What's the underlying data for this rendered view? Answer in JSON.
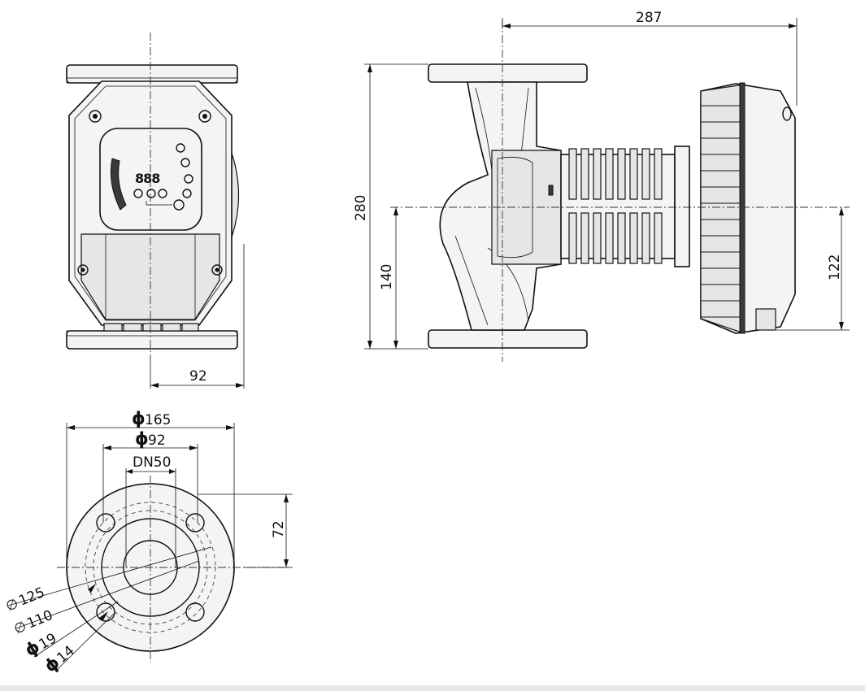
{
  "dimensions": {
    "length_287": "287",
    "height_280": "280",
    "axis_height_140": "140",
    "motor_axis_122": "122",
    "width_92": "92",
    "flange_outer": "165",
    "bolt_circle": "92",
    "nominal_diameter": "DN50",
    "offset_72": "72",
    "dia_125": "125",
    "dia_110": "110",
    "hole_19": "19",
    "hole_14": "14"
  },
  "symbols": {
    "diameter_bold": "ϕ",
    "diameter_thin": "∅"
  },
  "display": {
    "digits": "888"
  }
}
